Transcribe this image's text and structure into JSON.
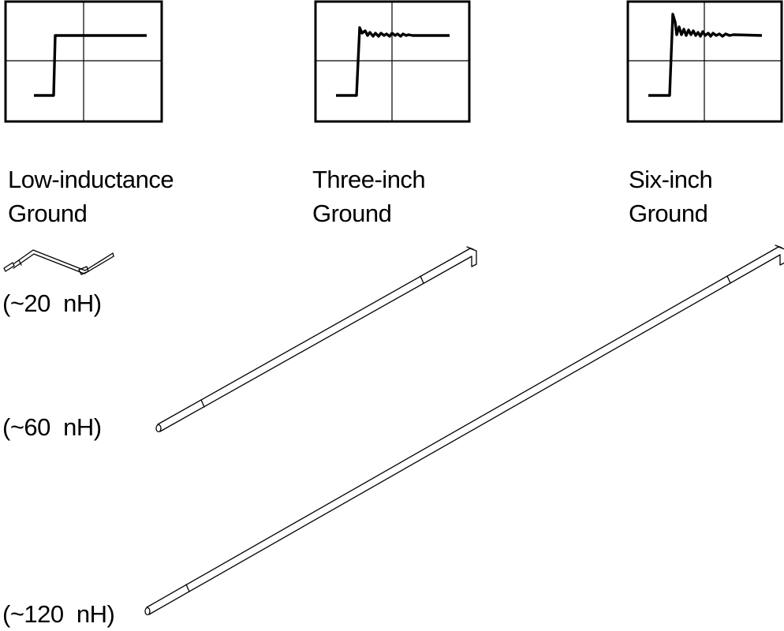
{
  "scopes": [
    {
      "id": "low-inductance"
    },
    {
      "id": "three-inch"
    },
    {
      "id": "six-inch"
    }
  ],
  "captions": {
    "low_inductance": {
      "line1": "Low-inductance",
      "line2": "Ground"
    },
    "three_inch": {
      "line1": "Three-inch",
      "line2": "Ground"
    },
    "six_inch": {
      "line1": "Six-inch",
      "line2": "Ground"
    }
  },
  "inductance_labels": {
    "short": "(~20  nH)",
    "medium": "(~60  nH)",
    "long": "(~120  nH)"
  },
  "colors": {
    "ink": "#000000",
    "background": "#ffffff"
  }
}
